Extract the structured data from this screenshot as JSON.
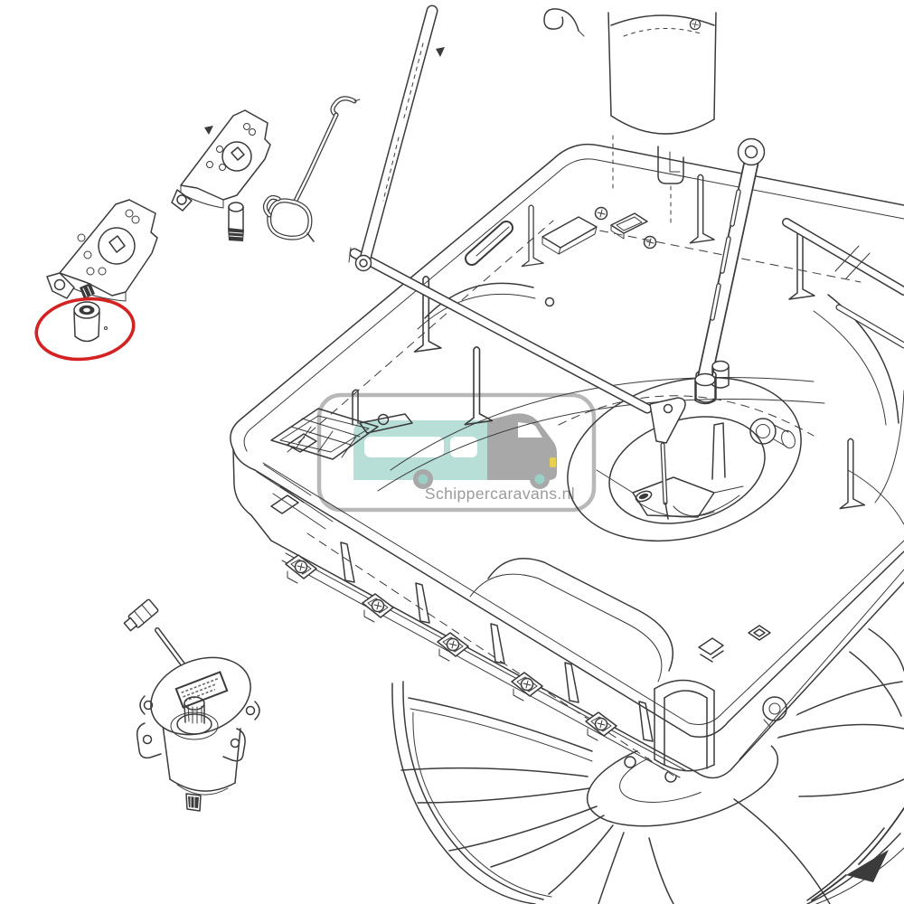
{
  "watermark": {
    "text": "Schippercaravans.nl"
  },
  "diagram": {
    "type": "exploded-parts-line-drawing",
    "highlight_marker": "red-ellipse-around-bushing",
    "rotation_marker": "black-arrow-on-fan-rim"
  },
  "colors": {
    "background": "#ffffff",
    "line": "#3b3b3b",
    "highlight_red": "#d42222",
    "wm_frame": "#b4b4b4",
    "wm_text": "#9b9b9b",
    "wm_teal": "#b7ded7",
    "wm_teal_dark": "#9ccfc6",
    "wm_gray": "#a8a8a8",
    "wm_yellow": "#e8cf52",
    "wm_white": "#ffffff"
  }
}
